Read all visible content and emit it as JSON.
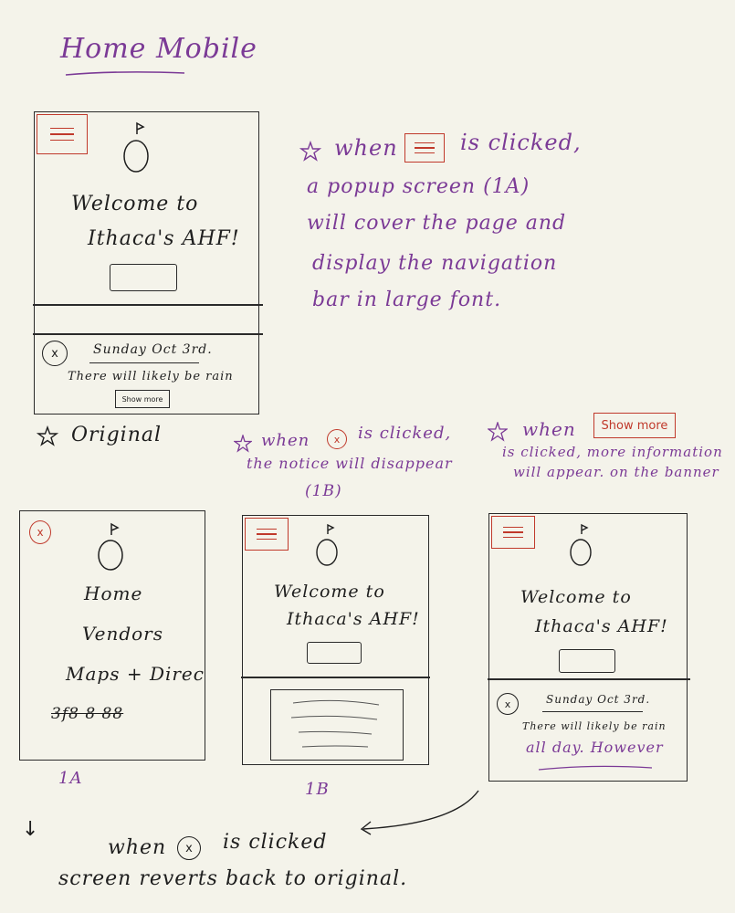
{
  "page_title": "Home Mobile",
  "original": {
    "welcome_line1": "Welcome to",
    "welcome_line2": "Ithaca's AHF!",
    "notice_date": "Sunday Oct 3rd.",
    "notice_text": "There will likely be rain",
    "show_more": "Show more",
    "close_glyph": "x",
    "caption": "Original"
  },
  "note_menu": {
    "line1_pre": "when",
    "line1_post": "is clicked,",
    "line2": "a popup screen (1A)",
    "line3": "will cover the page  and",
    "line4": "display  the navigation",
    "line5": "bar in  large  font."
  },
  "note_close": {
    "line1_pre": "when",
    "line1_post": "is clicked,",
    "line2": "the notice will disappear",
    "line3": "(1B)"
  },
  "note_showmore": {
    "line1_pre": "when",
    "button": "Show more",
    "line2": "is clicked, more information",
    "line3": "will  appear. on the banner"
  },
  "screen_1a": {
    "close_glyph": "x",
    "items": [
      "Home",
      "Vendors",
      "Maps + Direc"
    ],
    "icons_strike": "3f8 8 88",
    "label": "1A"
  },
  "screen_1b": {
    "welcome_line1": "Welcome to",
    "welcome_line2": "Ithaca's AHF!",
    "label": "1B"
  },
  "screen_expanded": {
    "welcome_line1": "Welcome to",
    "welcome_line2": "Ithaca's AHF!",
    "notice_date": "Sunday Oct 3rd.",
    "notice_text": "There will likely be rain",
    "extra_text": "all day. However",
    "close_glyph": "x"
  },
  "bottom_note": {
    "arrow_glyph": "↓",
    "line1_pre": "when",
    "close_glyph": "x",
    "line1_post": "is clicked",
    "line2": "screen reverts back to original."
  },
  "colors": {
    "accent_purple": "#7b3a96",
    "accent_red": "#c0392b",
    "ink": "#1e1e1e",
    "paper": "#f4f3ea"
  },
  "icons": [
    "hamburger-menu-icon",
    "apple-logo-icon",
    "close-circle-icon",
    "star-icon",
    "arrow-down-icon",
    "curved-arrow-icon"
  ]
}
